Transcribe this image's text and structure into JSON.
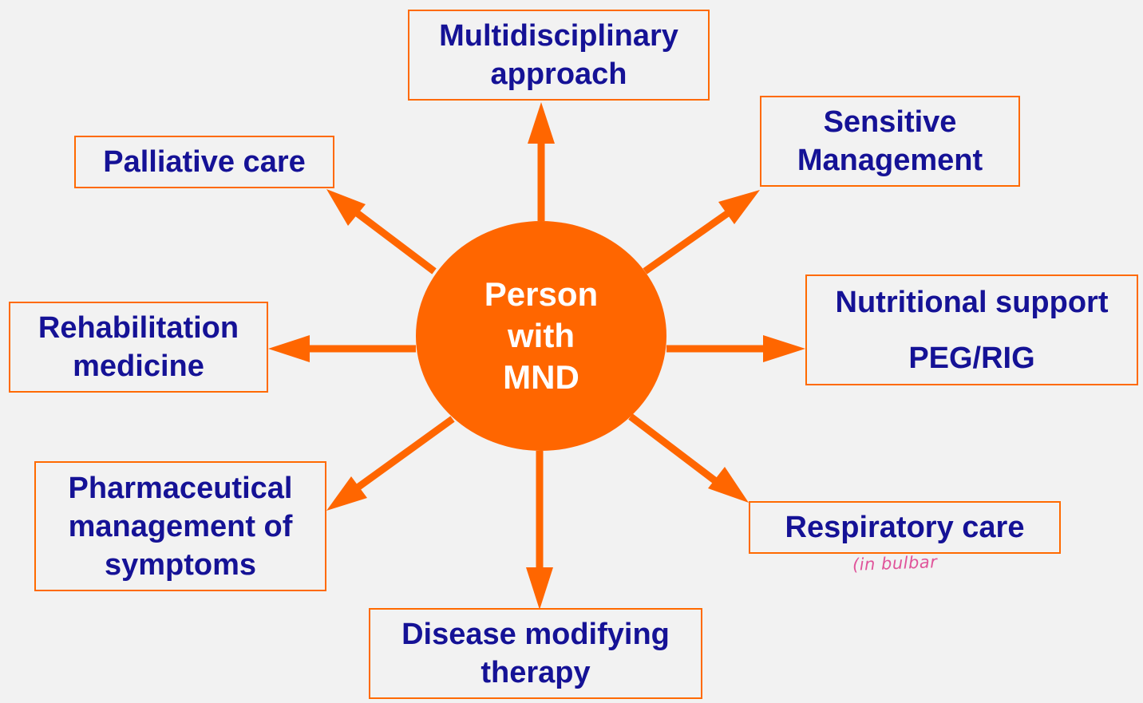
{
  "center": {
    "lines": [
      "Person",
      "with",
      "MND"
    ]
  },
  "nodes": {
    "multidisciplinary": {
      "lines": [
        "Multidisciplinary",
        "approach"
      ]
    },
    "sensitive": {
      "lines": [
        "Sensitive",
        "Management"
      ]
    },
    "palliative": {
      "lines": [
        "Palliative care"
      ]
    },
    "rehabilitation": {
      "lines": [
        "Rehabilitation",
        "medicine"
      ]
    },
    "nutritional": {
      "lines": [
        "Nutritional support",
        "PEG/RIG"
      ]
    },
    "pharmaceutical": {
      "lines": [
        "Pharmaceutical",
        "management of",
        "symptoms"
      ]
    },
    "respiratory": {
      "lines": [
        "Respiratory care"
      ]
    },
    "disease": {
      "lines": [
        "Disease modifying",
        "therapy"
      ]
    }
  },
  "annotation": {
    "text": "(in bulbar"
  },
  "colors": {
    "accent": "#ff6600",
    "label_text": "#151296",
    "annotation": "#e0549a",
    "background": "#f2f2f2"
  }
}
